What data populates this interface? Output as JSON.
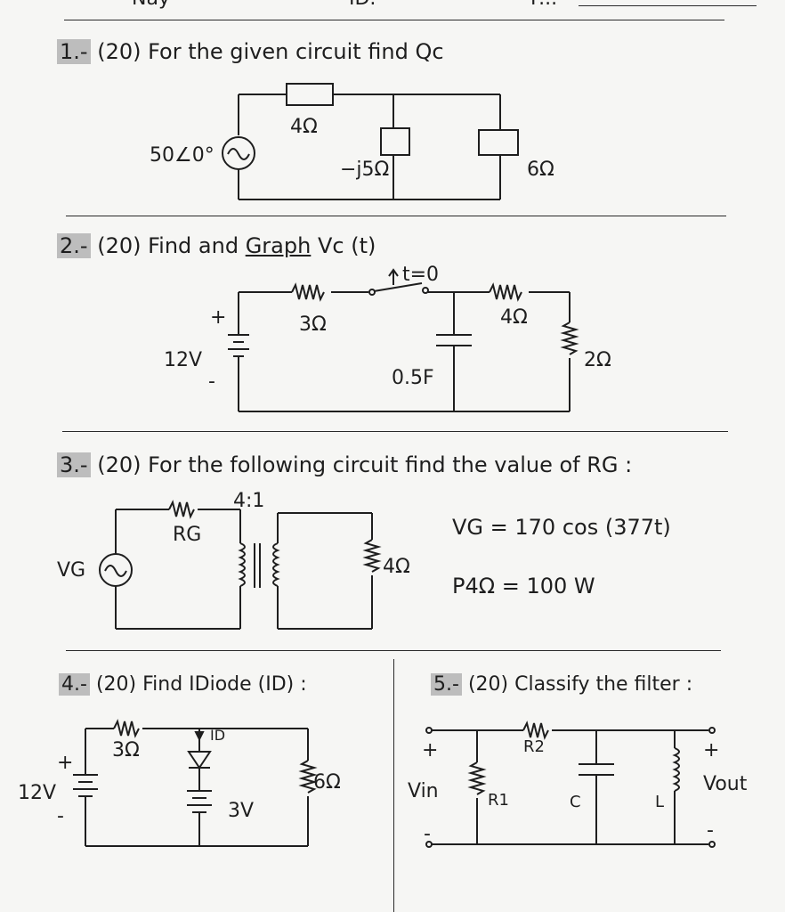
{
  "header": {
    "fragments": [
      "Nay",
      "ID.",
      "F..."
    ]
  },
  "problems": [
    {
      "number": "1.-",
      "prompt": "(20) For the given circuit find Qc",
      "labels": {
        "source": "50∠0°",
        "r_top": "4Ω",
        "cap": "−j5Ω",
        "r_right": "6Ω"
      }
    },
    {
      "number": "2.-",
      "prompt_a": "(20) Find and",
      "prompt_graph": "Graph",
      "prompt_b": "Vc (t)",
      "labels": {
        "switch": "t=0",
        "r1": "3Ω",
        "r2": "4Ω",
        "r3": "2Ω",
        "cap": "0.5F",
        "source": "12V",
        "plus": "+",
        "minus": "-"
      }
    },
    {
      "number": "3.-",
      "prompt": "(20) For the following circuit find the value of RG :",
      "labels": {
        "ratio": "4:1",
        "rg": "RG",
        "vg": "VG",
        "load": "4Ω"
      },
      "given": [
        "VG = 170 cos (377t)",
        "P4Ω = 100 W"
      ]
    },
    {
      "number": "4.-",
      "prompt": "(20) Find IDiode (ID) :",
      "labels": {
        "r1": "3Ω",
        "id": "ID",
        "r2": "6Ω",
        "source": "12V",
        "vdiode": "3V",
        "plus": "+",
        "minus": "-"
      }
    },
    {
      "number": "5.-",
      "prompt": "(20) Classify the filter :",
      "labels": {
        "vin": "Vin",
        "vout": "Vout",
        "r1": "R1",
        "r2": "R2",
        "c": "C",
        "l": "L",
        "plus": "+",
        "minus": "-"
      }
    }
  ]
}
